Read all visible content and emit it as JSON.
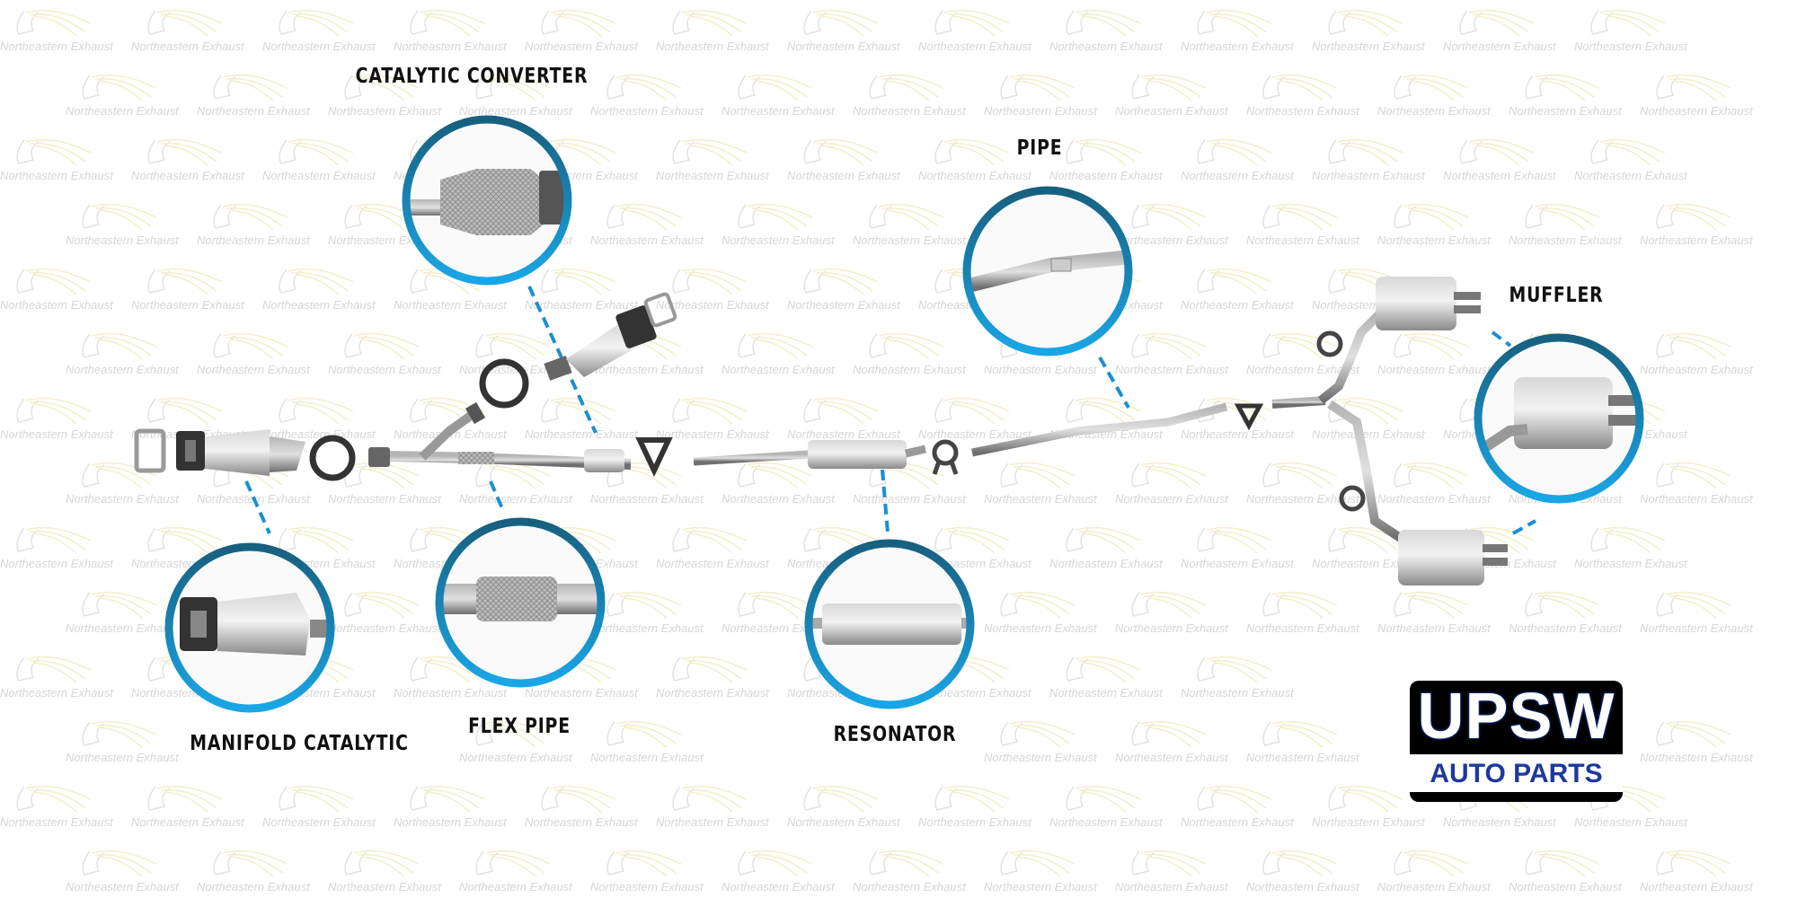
{
  "watermark": {
    "text": "Northeastern Exhaust"
  },
  "labels": {
    "catalytic_converter": "CATALYTIC CONVERTER",
    "pipe": "PIPE",
    "muffler": "MUFFLER",
    "manifold_catalytic": "MANIFOLD CATALYTIC",
    "flex_pipe": "FLEX PIPE",
    "resonator": "RESONATOR"
  },
  "logo": {
    "main": "UPSW",
    "sub": "AUTO PARTS"
  },
  "colors": {
    "ring_dark": "#17607f",
    "ring_light": "#1aa6e6",
    "dash": "#1b8fd2",
    "logo_blue": "#1d3a9a"
  }
}
